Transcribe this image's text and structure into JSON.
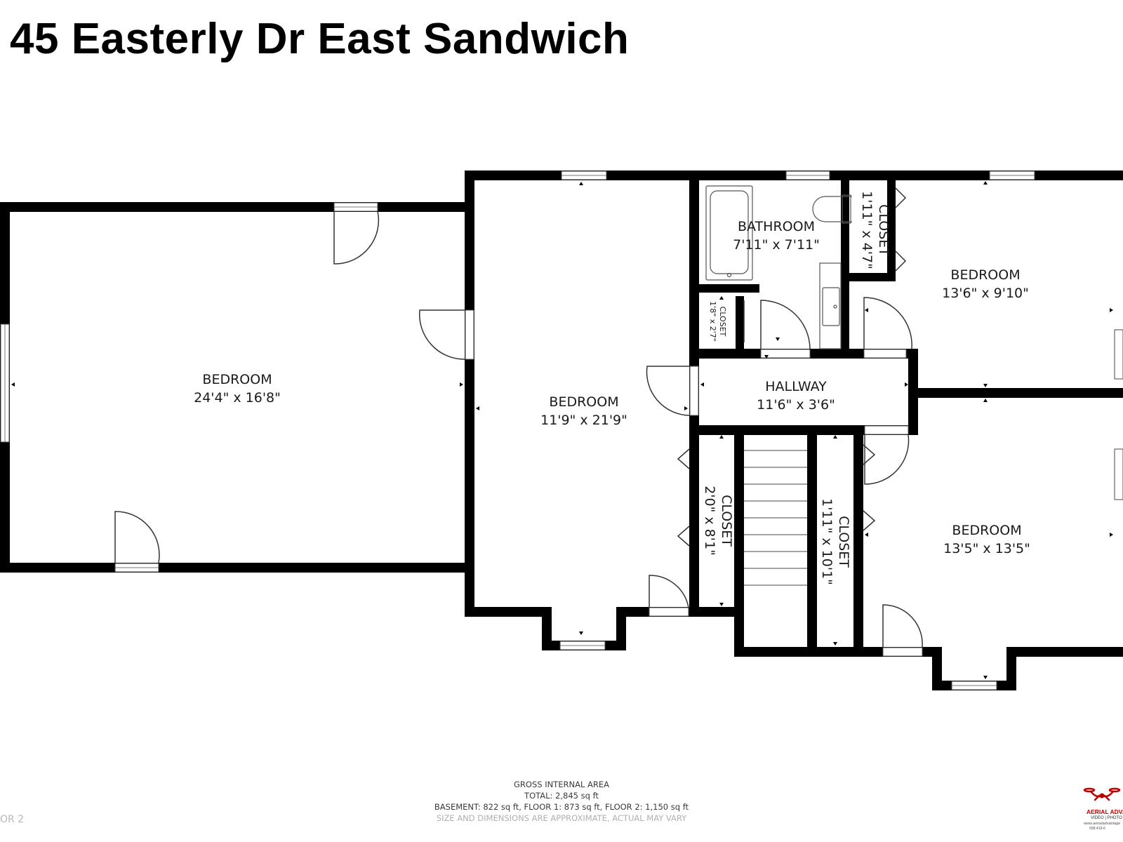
{
  "title": "45 Easterly Dr East Sandwich",
  "rooms": {
    "bedroom_west": {
      "name": "BEDROOM",
      "dims": "24'4\" x 16'8\""
    },
    "bedroom_center": {
      "name": "BEDROOM",
      "dims": "11'9\" x 21'9\""
    },
    "bathroom": {
      "name": "BATHROOM",
      "dims": "7'11\" x 7'11\""
    },
    "closet_ne": {
      "name": "CLOSET",
      "dims": "1'11\" x 4'7\""
    },
    "bedroom_ne": {
      "name": "BEDROOM",
      "dims": "13'6\" x 9'10\""
    },
    "closet_small": {
      "name": "CLOSET",
      "dims": "1'8\" x 2'7\""
    },
    "hallway": {
      "name": "HALLWAY",
      "dims": "11'6\" x 3'6\""
    },
    "closet_left": {
      "name": "CLOSET",
      "dims": "2'0\" x 8'1\""
    },
    "closet_right": {
      "name": "CLOSET",
      "dims": "1'11\" x 10'1\""
    },
    "bedroom_se": {
      "name": "BEDROOM",
      "dims": "13'5\" x 13'5\""
    }
  },
  "footer": {
    "heading": "GROSS INTERNAL AREA",
    "total": "TOTAL: 2,845 sq ft",
    "breakdown": "BASEMENT: 822 sq ft, FLOOR 1: 873 sq ft, FLOOR 2: 1,150 sq ft",
    "disclaimer": "SIZE AND DIMENSIONS ARE APPROXIMATE, ACTUAL MAY VARY"
  },
  "floor_label": "OR 2",
  "logo": {
    "brand": "AERIAL ADVAN",
    "tagline": "VIDEO | PHOTO",
    "url": "www.aerialadvantage",
    "phone": "508-419-6"
  },
  "colors": {
    "wall": "#000000",
    "logo_red": "#c00000"
  }
}
